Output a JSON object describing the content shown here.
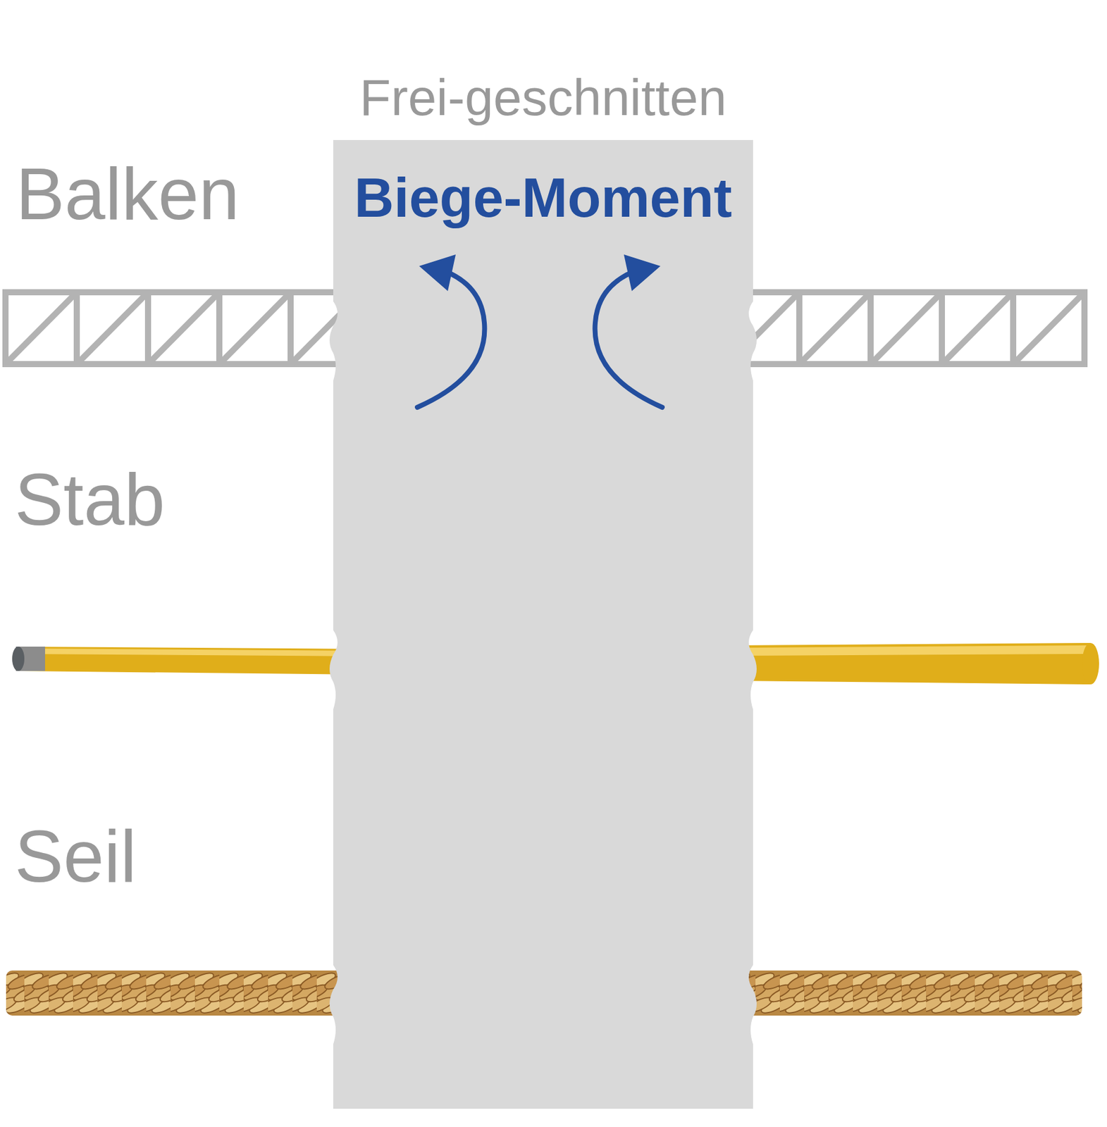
{
  "diagram": {
    "nodes": [
      {
        "text": [
          "Frei-geschnitten",
          "Biege-Moment"
        ]
      }
    ],
    "labels": [
      "Balken",
      "Stab",
      "Seil"
    ]
  }
}
